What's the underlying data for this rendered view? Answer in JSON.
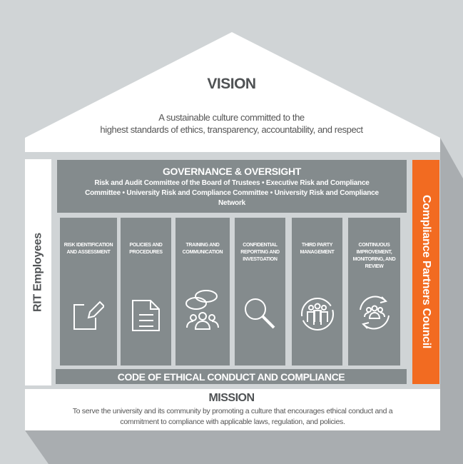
{
  "vision": {
    "title": "VISION",
    "text_line1": "A sustainable culture committed to the",
    "text_line2": "highest standards of ethics, transparency, accountability, and respect"
  },
  "governance": {
    "title": "GOVERNANCE & OVERSIGHT",
    "text": "Risk and Audit Committee of the Board of Trustees • Executive Risk and Compliance Committee • University Risk and Compliance Committee • University Risk and Compliance Network"
  },
  "left_column": "RIT Employees",
  "right_column": "Compliance Partners Council",
  "pillars": [
    {
      "label": "RISK IDENTIFICATION AND ASSESSMENT",
      "icon": "edit-icon"
    },
    {
      "label": "POLICIES AND PROCEDURES",
      "icon": "document-icon"
    },
    {
      "label": "TRAINING AND COMMUNICATION",
      "icon": "chat-group-icon"
    },
    {
      "label": "CONFIDENTIAL REPORTING AND INVESTGATION",
      "icon": "magnifier-icon"
    },
    {
      "label": "THIRD PARTY MANAGEMENT",
      "icon": "team-circle-icon"
    },
    {
      "label": "CONTINUOUS IMPROVEMENT, MONITORING, AND REVIEW",
      "icon": "cycle-group-icon"
    }
  ],
  "code_bar": "CODE OF ETHICAL CONDUCT AND COMPLIANCE",
  "mission": {
    "title": "MISSION",
    "text_line1": "To serve the university and its community by promoting a culture that encourages ethical conduct and a",
    "text_line2": "commitment to compliance with applicable laws, regulation, and policies."
  },
  "colors": {
    "background": "#d0d4d6",
    "shadow": "#a9adb0",
    "pillar": "#848b8d",
    "accent": "#f26b21",
    "text": "#4f5254"
  }
}
